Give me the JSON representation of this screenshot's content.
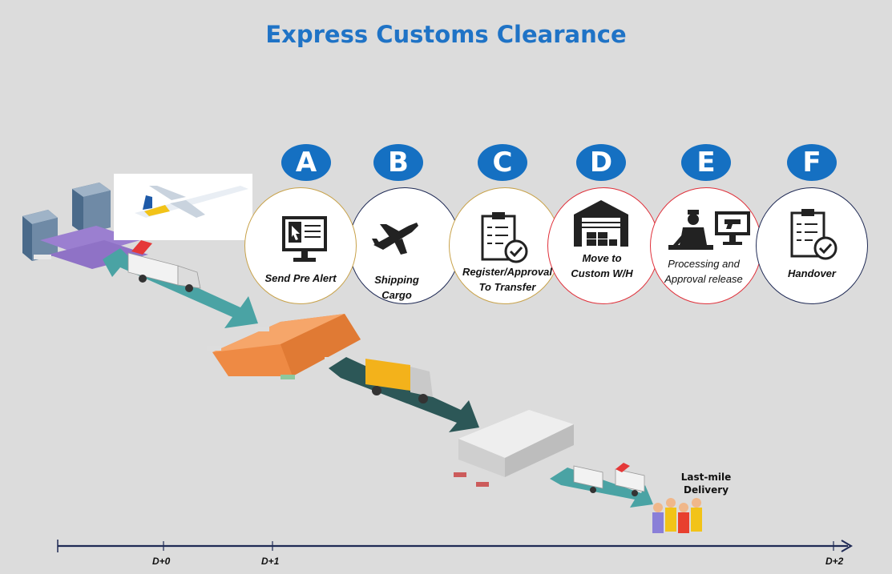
{
  "title": "Express Customs Clearance",
  "steps": [
    {
      "letter": "A",
      "label_line1": "Send Pre Alert",
      "label_line2": "",
      "icon": "monitor-cursor-icon"
    },
    {
      "letter": "B",
      "label_line1": "Shipping",
      "label_line2": "Cargo",
      "icon": "airplane-icon"
    },
    {
      "letter": "C",
      "label_line1": "Register/Approval",
      "label_line2": "To Transfer",
      "icon": "checklist-icon"
    },
    {
      "letter": "D",
      "label_line1": "Move to",
      "label_line2": "Custom W/H",
      "icon": "warehouse-icon"
    },
    {
      "letter": "E",
      "label_line1": "Processing and",
      "label_line2": "Approval release",
      "icon": "xray-inspection-icon"
    },
    {
      "letter": "F",
      "label_line1": "Handover",
      "label_line2": "",
      "icon": "clipboard-check-icon"
    }
  ],
  "last_mile": {
    "line1": "Last-mile",
    "line2": "Delivery"
  },
  "timeline": {
    "ticks": [
      "D+0",
      "D+1",
      "D+2"
    ]
  },
  "colors": {
    "title": "#1f73c6",
    "badge": "#1570c2",
    "circle_border_navy": "#1f2a55",
    "circle_border_red": "#e0303a",
    "circle_border_gold": "#c8a24a",
    "arrow_teal": "#4aa3a4",
    "arrow_dark": "#2c5757"
  }
}
